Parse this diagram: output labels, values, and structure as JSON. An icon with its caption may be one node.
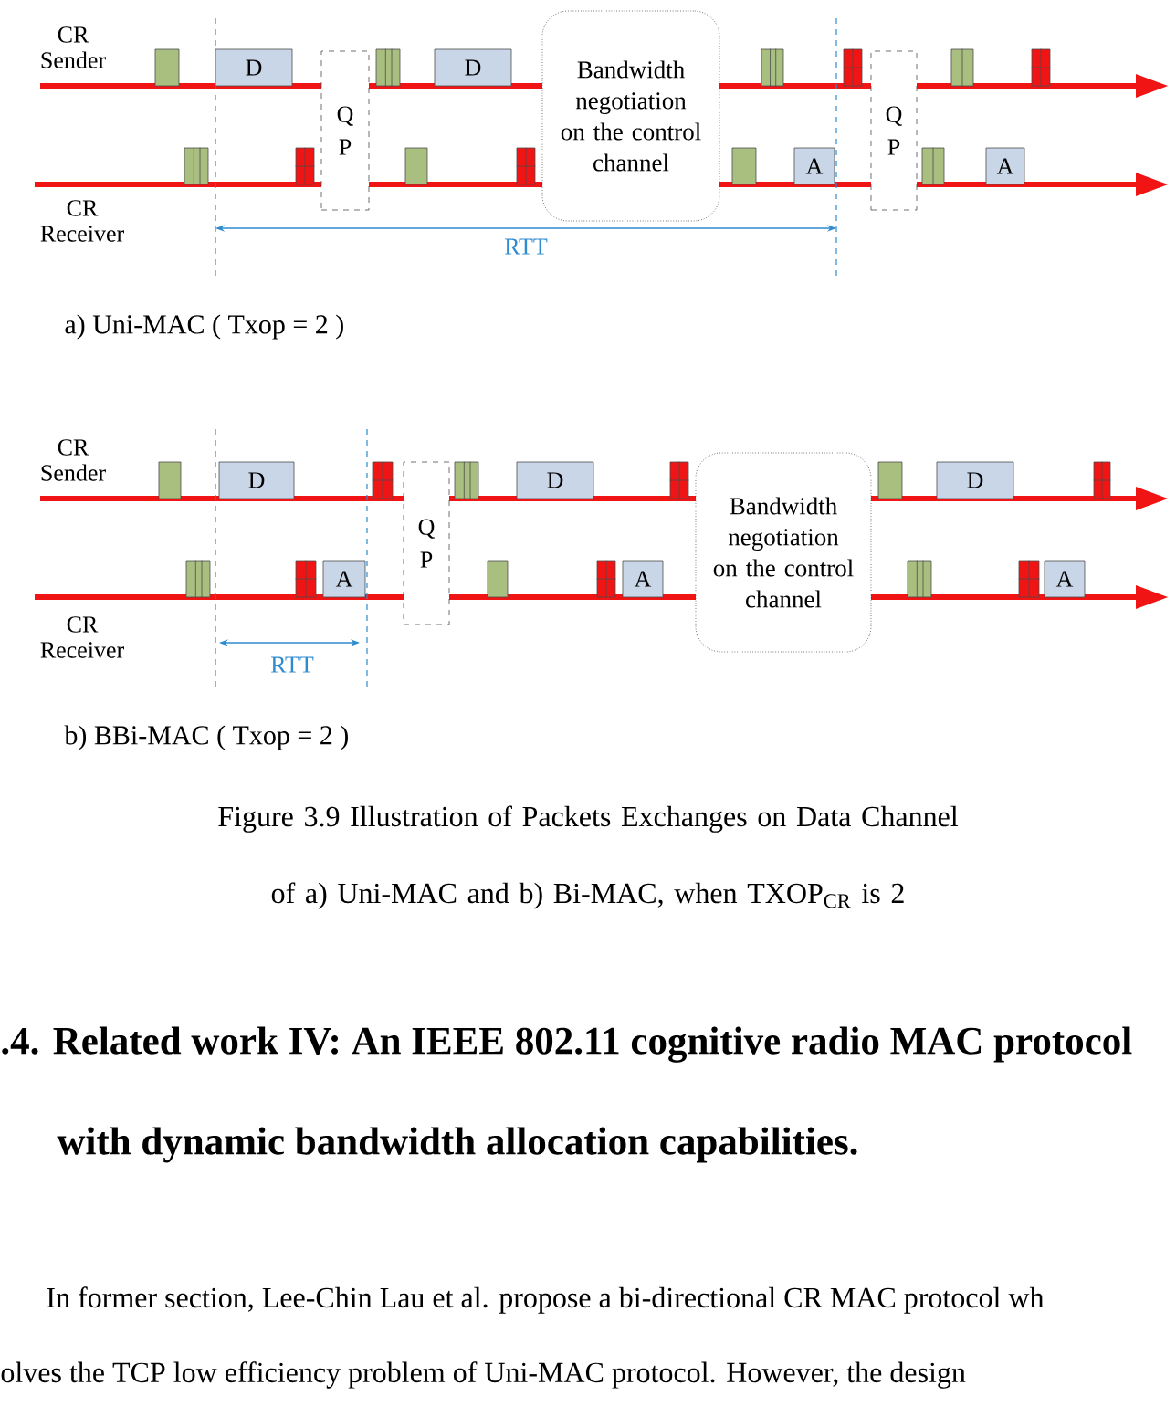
{
  "diagram": {
    "caption": "Figure 3.9 Illustration of Packets Exchanges on Data Channel of a) Uni-MAC and b) Bi-MAC, when TXOP$_{CR}$ is 2",
    "nodes": [
      {
        "text": [],
        "shape": "box"
      },
      {
        "text": [
          "D"
        ]
      },
      {
        "text": [
          "Q P"
        ]
      },
      {
        "text": [],
        "shape": "box"
      },
      {
        "text": [
          "D"
        ]
      },
      {
        "text": [
          "Bandwidth negotiation on the control channel"
        ]
      },
      {
        "text": [],
        "shape": "box"
      },
      {
        "text": [],
        "shape": "box"
      },
      {
        "text": [
          "Q P"
        ]
      },
      {
        "text": [],
        "shape": "box"
      },
      {
        "text": [],
        "shape": "box"
      },
      {
        "text": [],
        "shape": "box"
      },
      {
        "text": [],
        "shape": "box"
      },
      {
        "text": [],
        "shape": "box"
      },
      {
        "text": [],
        "shape": "box"
      },
      {
        "text": [],
        "shape": "box"
      },
      {
        "text": [
          "A"
        ]
      },
      {
        "text": [],
        "shape": "box"
      },
      {
        "text": [
          "A"
        ]
      },
      {
        "text": [],
        "shape": "box"
      },
      {
        "text": [
          "D"
        ]
      },
      {
        "text": [],
        "shape": "box"
      },
      {
        "text": [
          "Q P"
        ]
      },
      {
        "text": [],
        "shape": "box"
      },
      {
        "text": [
          "D"
        ]
      },
      {
        "text": [],
        "shape": "box"
      },
      {
        "text": [
          "Bandwidth negotiation on the control channel"
        ]
      },
      {
        "text": [],
        "shape": "box"
      },
      {
        "text": [
          "D"
        ]
      },
      {
        "text": [],
        "shape": "box"
      },
      {
        "text": [],
        "shape": "box"
      },
      {
        "text": [],
        "shape": "box"
      },
      {
        "text": [
          "A"
        ]
      },
      {
        "text": [],
        "shape": "box"
      },
      {
        "text": [],
        "shape": "box"
      },
      {
        "text": [
          "A"
        ]
      },
      {
        "text": [],
        "shape": "box"
      },
      {
        "text": [],
        "shape": "box"
      },
      {
        "text": [
          "A"
        ]
      }
    ],
    "labels": [
      "CR Sender",
      "CR Receiver",
      "RTT",
      "a) Uni-MAC ( Txop = 2 )",
      "CR Sender",
      "CR Receiver",
      "RTT",
      "b) BBi-MAC ( Txop = 2 )",
      ".4. Related work IV: An IEEE 802.11 cognitive radio MAC protocol with dynamic bandwidth allocation capabilities.",
      "In former section, Lee-Chin Lau et al. propose a bi-directional CR MAC protocol wh",
      "olves the TCP low efficiency problem of Uni-MAC protocol. However, the design"
    ]
  }
}
